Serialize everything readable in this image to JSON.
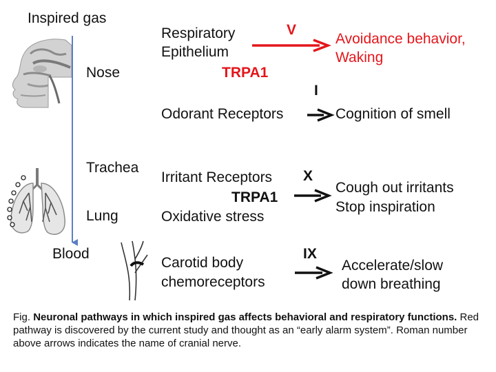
{
  "pathway": {
    "inspired_gas": "Inspired gas",
    "blood": "Blood"
  },
  "sites": {
    "nose": "Nose",
    "trachea": "Trachea",
    "lung": "Lung"
  },
  "rows": {
    "v": {
      "input_line1": "Respiratory",
      "input_line2": "Epithelium",
      "channel": "TRPA1",
      "nerve": "V",
      "output_line1": "Avoidance behavior,",
      "output_line2": "Waking",
      "color": "#e4161b"
    },
    "i": {
      "input": "Odorant Receptors",
      "nerve": "I",
      "output": "Cognition of smell"
    },
    "x": {
      "input_line1": "Irritant Receptors",
      "channel": "TRPA1",
      "input_line2": "Oxidative stress",
      "nerve": "X",
      "output_line1": "Cough out irritants",
      "output_line2": "Stop inspiration"
    },
    "ix": {
      "input_line1": "Carotid body",
      "input_line2": "chemoreceptors",
      "nerve": "IX",
      "output_line1": "Accelerate/slow",
      "output_line2": "down breathing"
    }
  },
  "caption": {
    "prefix": "Fig. ",
    "title": "Neuronal pathways in which inspired gas affects behavioral and respiratory functions.",
    "body": " Red pathway is discovered by the current study and thought as an “early alarm system”. Roman number above arrows indicates the name of cranial nerve."
  },
  "colors": {
    "red_pathway": "#e4161b",
    "flow_arrow": "#5b7fc4",
    "text": "#111111"
  }
}
